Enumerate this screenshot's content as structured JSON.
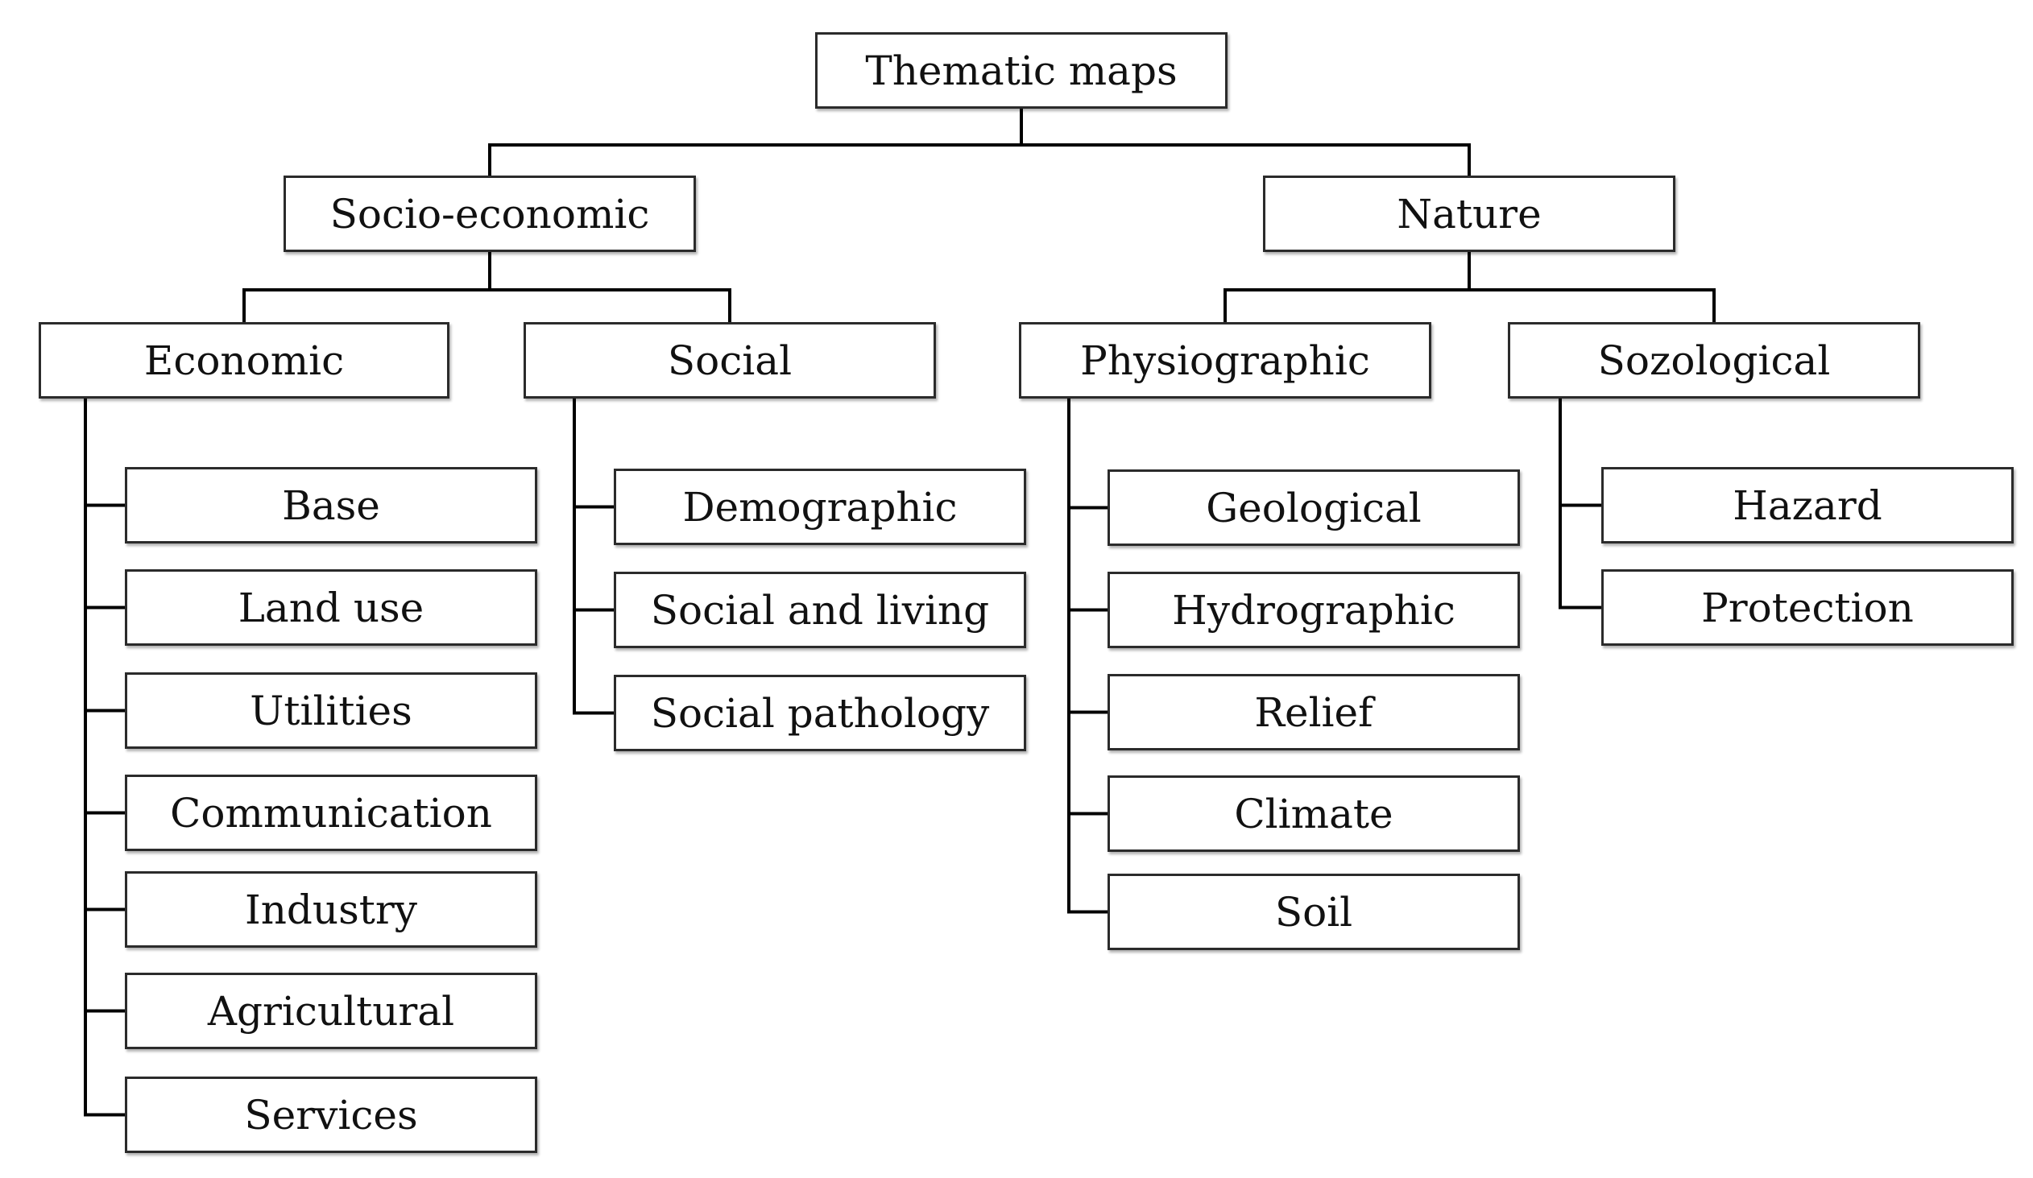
{
  "root": {
    "id": "root",
    "label": "Thematic maps"
  },
  "branches": [
    {
      "id": "socio",
      "label": "Socio-economic",
      "groups": [
        {
          "id": "economic",
          "label": "Economic",
          "items": [
            "Base",
            "Land use",
            "Utilities",
            "Communication",
            "Industry",
            "Agricultural",
            "Services"
          ]
        },
        {
          "id": "social",
          "label": "Social",
          "items": [
            "Demographic",
            "Social and living",
            "Social pathology"
          ]
        }
      ]
    },
    {
      "id": "nature",
      "label": "Nature",
      "groups": [
        {
          "id": "physiographic",
          "label": "Physiographic",
          "items": [
            "Geological",
            "Hydrographic",
            "Relief",
            "Climate",
            "Soil"
          ]
        },
        {
          "id": "sozological",
          "label": "Sozological",
          "items": [
            "Hazard",
            "Protection"
          ]
        }
      ]
    }
  ],
  "colors": {
    "line": "#000000",
    "box_border": "#2b2b2b",
    "box_fill": "#ffffff",
    "text": "#111111"
  }
}
